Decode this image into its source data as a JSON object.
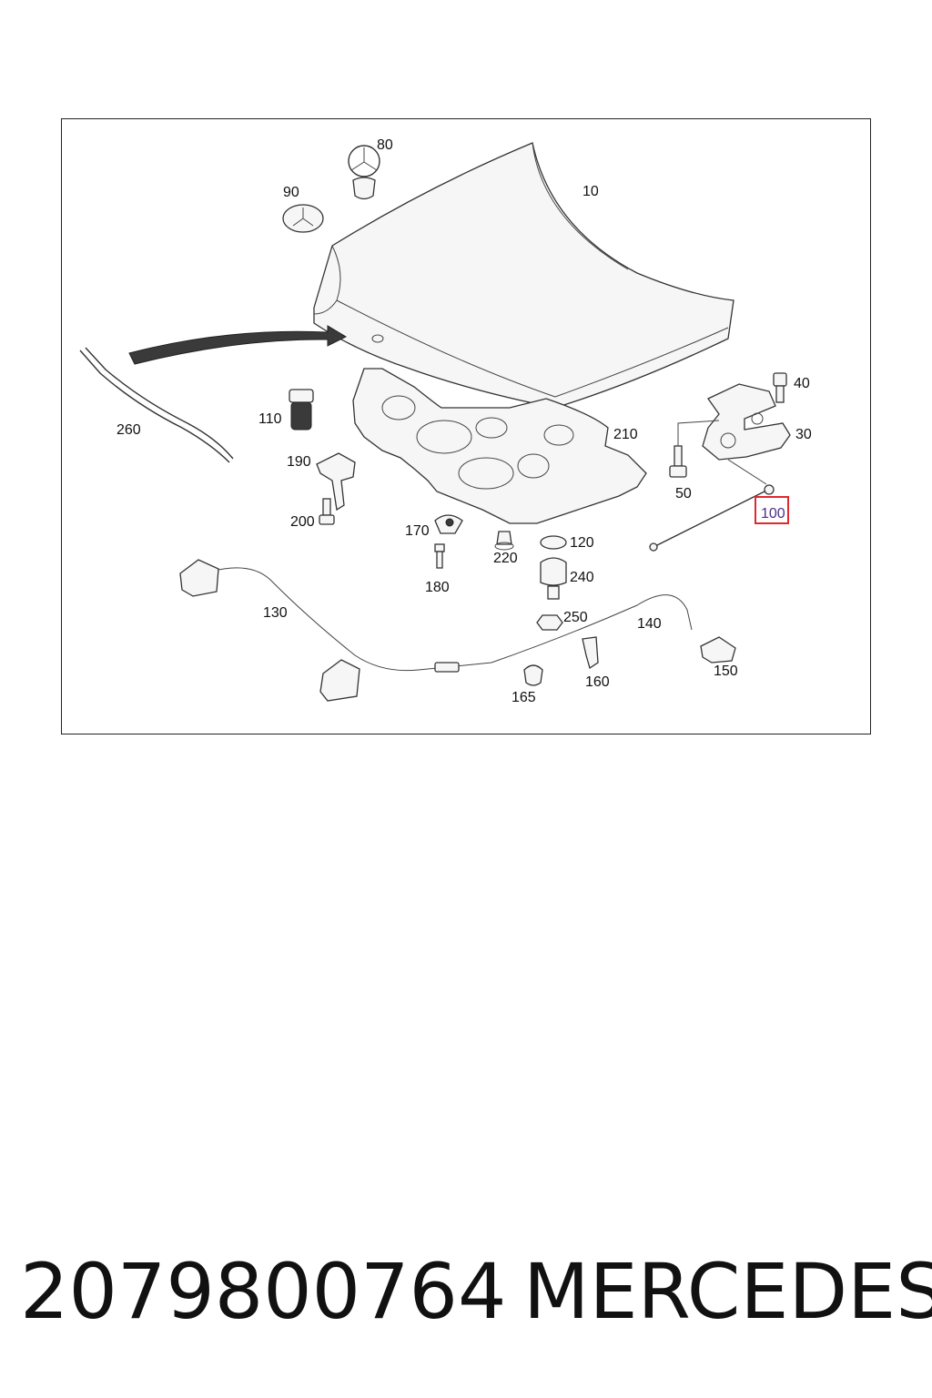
{
  "footer": {
    "part_number": "2079800764",
    "brand": "MERCEDES"
  },
  "diagram": {
    "labels": [
      {
        "id": "p10",
        "text": "10"
      },
      {
        "id": "p30",
        "text": "30"
      },
      {
        "id": "p40",
        "text": "40"
      },
      {
        "id": "p50",
        "text": "50"
      },
      {
        "id": "p80",
        "text": "80"
      },
      {
        "id": "p90",
        "text": "90"
      },
      {
        "id": "p100",
        "text": "100"
      },
      {
        "id": "p110",
        "text": "110"
      },
      {
        "id": "p120",
        "text": "120"
      },
      {
        "id": "p130",
        "text": "130"
      },
      {
        "id": "p140",
        "text": "140"
      },
      {
        "id": "p150",
        "text": "150"
      },
      {
        "id": "p160",
        "text": "160"
      },
      {
        "id": "p165",
        "text": "165"
      },
      {
        "id": "p170",
        "text": "170"
      },
      {
        "id": "p180",
        "text": "180"
      },
      {
        "id": "p190",
        "text": "190"
      },
      {
        "id": "p200",
        "text": "200"
      },
      {
        "id": "p210",
        "text": "210"
      },
      {
        "id": "p220",
        "text": "220"
      },
      {
        "id": "p240",
        "text": "240"
      },
      {
        "id": "p250",
        "text": "250"
      },
      {
        "id": "p260",
        "text": "260"
      }
    ],
    "highlighted_part": "100",
    "highlight_color": "#e0282e"
  }
}
